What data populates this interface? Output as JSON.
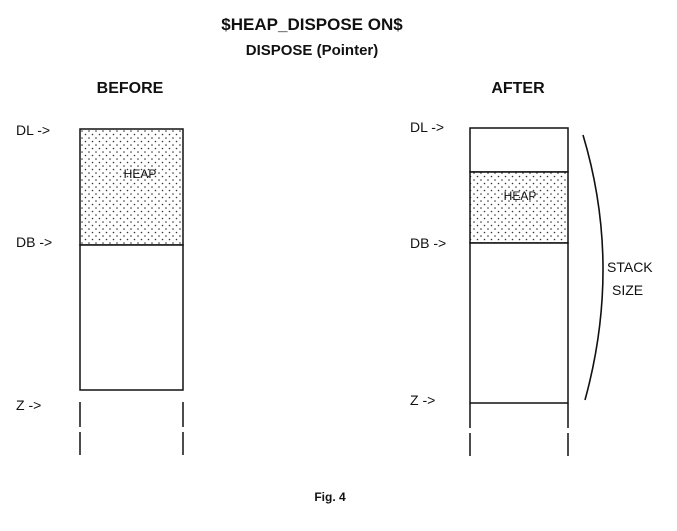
{
  "title": "$HEAP_DISPOSE ON$",
  "subtitle": "DISPOSE (Pointer)",
  "caption": "Fig. 4",
  "before": {
    "heading": "BEFORE",
    "labels": {
      "dl": "DL ->",
      "db": "DB ->",
      "z": "Z ->"
    },
    "heap_label": "HEAP"
  },
  "after": {
    "heading": "AFTER",
    "labels": {
      "dl": "DL ->",
      "db": "DB ->",
      "z": "Z ->"
    },
    "heap_label": "HEAP",
    "stack_label_line1": "STACK",
    "stack_label_line2": "SIZE"
  },
  "colors": {
    "ink": "#111111",
    "paper": "#ffffff"
  }
}
